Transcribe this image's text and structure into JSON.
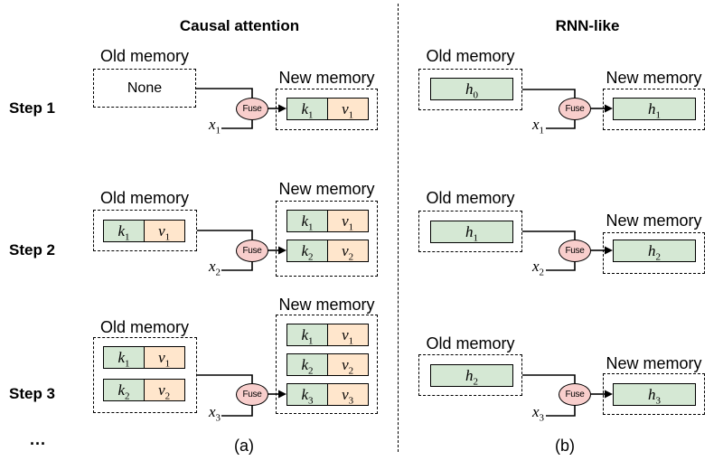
{
  "titles": {
    "left": "Causal attention",
    "right": "RNN-like"
  },
  "captions": {
    "left": "(a)",
    "right": "(b)",
    "continuation": "..."
  },
  "labels": {
    "old_memory": "Old memory",
    "new_memory": "New memory",
    "fuse": "Fuse",
    "none": "None"
  },
  "colors": {
    "key_fill": "#d5e8d4",
    "value_fill": "#ffe6cc",
    "fuse_fill": "#f8cecc",
    "stroke": "#000000"
  },
  "left": {
    "steps": [
      {
        "label": "Step 1",
        "input": {
          "base": "x",
          "sub": "1"
        },
        "old_none": "None",
        "new_rows": [
          {
            "k": {
              "base": "k",
              "sub": "1"
            },
            "v": {
              "base": "v",
              "sub": "1"
            }
          }
        ]
      },
      {
        "label": "Step 2",
        "input": {
          "base": "x",
          "sub": "2"
        },
        "old_rows": [
          {
            "k": {
              "base": "k",
              "sub": "1"
            },
            "v": {
              "base": "v",
              "sub": "1"
            }
          }
        ],
        "new_rows": [
          {
            "k": {
              "base": "k",
              "sub": "1"
            },
            "v": {
              "base": "v",
              "sub": "1"
            }
          },
          {
            "k": {
              "base": "k",
              "sub": "2"
            },
            "v": {
              "base": "v",
              "sub": "2"
            }
          }
        ]
      },
      {
        "label": "Step 3",
        "input": {
          "base": "x",
          "sub": "3"
        },
        "old_rows": [
          {
            "k": {
              "base": "k",
              "sub": "1"
            },
            "v": {
              "base": "v",
              "sub": "1"
            }
          },
          {
            "k": {
              "base": "k",
              "sub": "2"
            },
            "v": {
              "base": "v",
              "sub": "2"
            }
          }
        ],
        "new_rows": [
          {
            "k": {
              "base": "k",
              "sub": "1"
            },
            "v": {
              "base": "v",
              "sub": "1"
            }
          },
          {
            "k": {
              "base": "k",
              "sub": "2"
            },
            "v": {
              "base": "v",
              "sub": "2"
            }
          },
          {
            "k": {
              "base": "k",
              "sub": "3"
            },
            "v": {
              "base": "v",
              "sub": "3"
            }
          }
        ]
      }
    ]
  },
  "right": {
    "steps": [
      {
        "input": {
          "base": "x",
          "sub": "1"
        },
        "old": {
          "base": "h",
          "sub": "0"
        },
        "new": {
          "base": "h",
          "sub": "1"
        }
      },
      {
        "input": {
          "base": "x",
          "sub": "2"
        },
        "old": {
          "base": "h",
          "sub": "1"
        },
        "new": {
          "base": "h",
          "sub": "2"
        }
      },
      {
        "input": {
          "base": "x",
          "sub": "3"
        },
        "old": {
          "base": "h",
          "sub": "2"
        },
        "new": {
          "base": "h",
          "sub": "3"
        }
      }
    ]
  }
}
